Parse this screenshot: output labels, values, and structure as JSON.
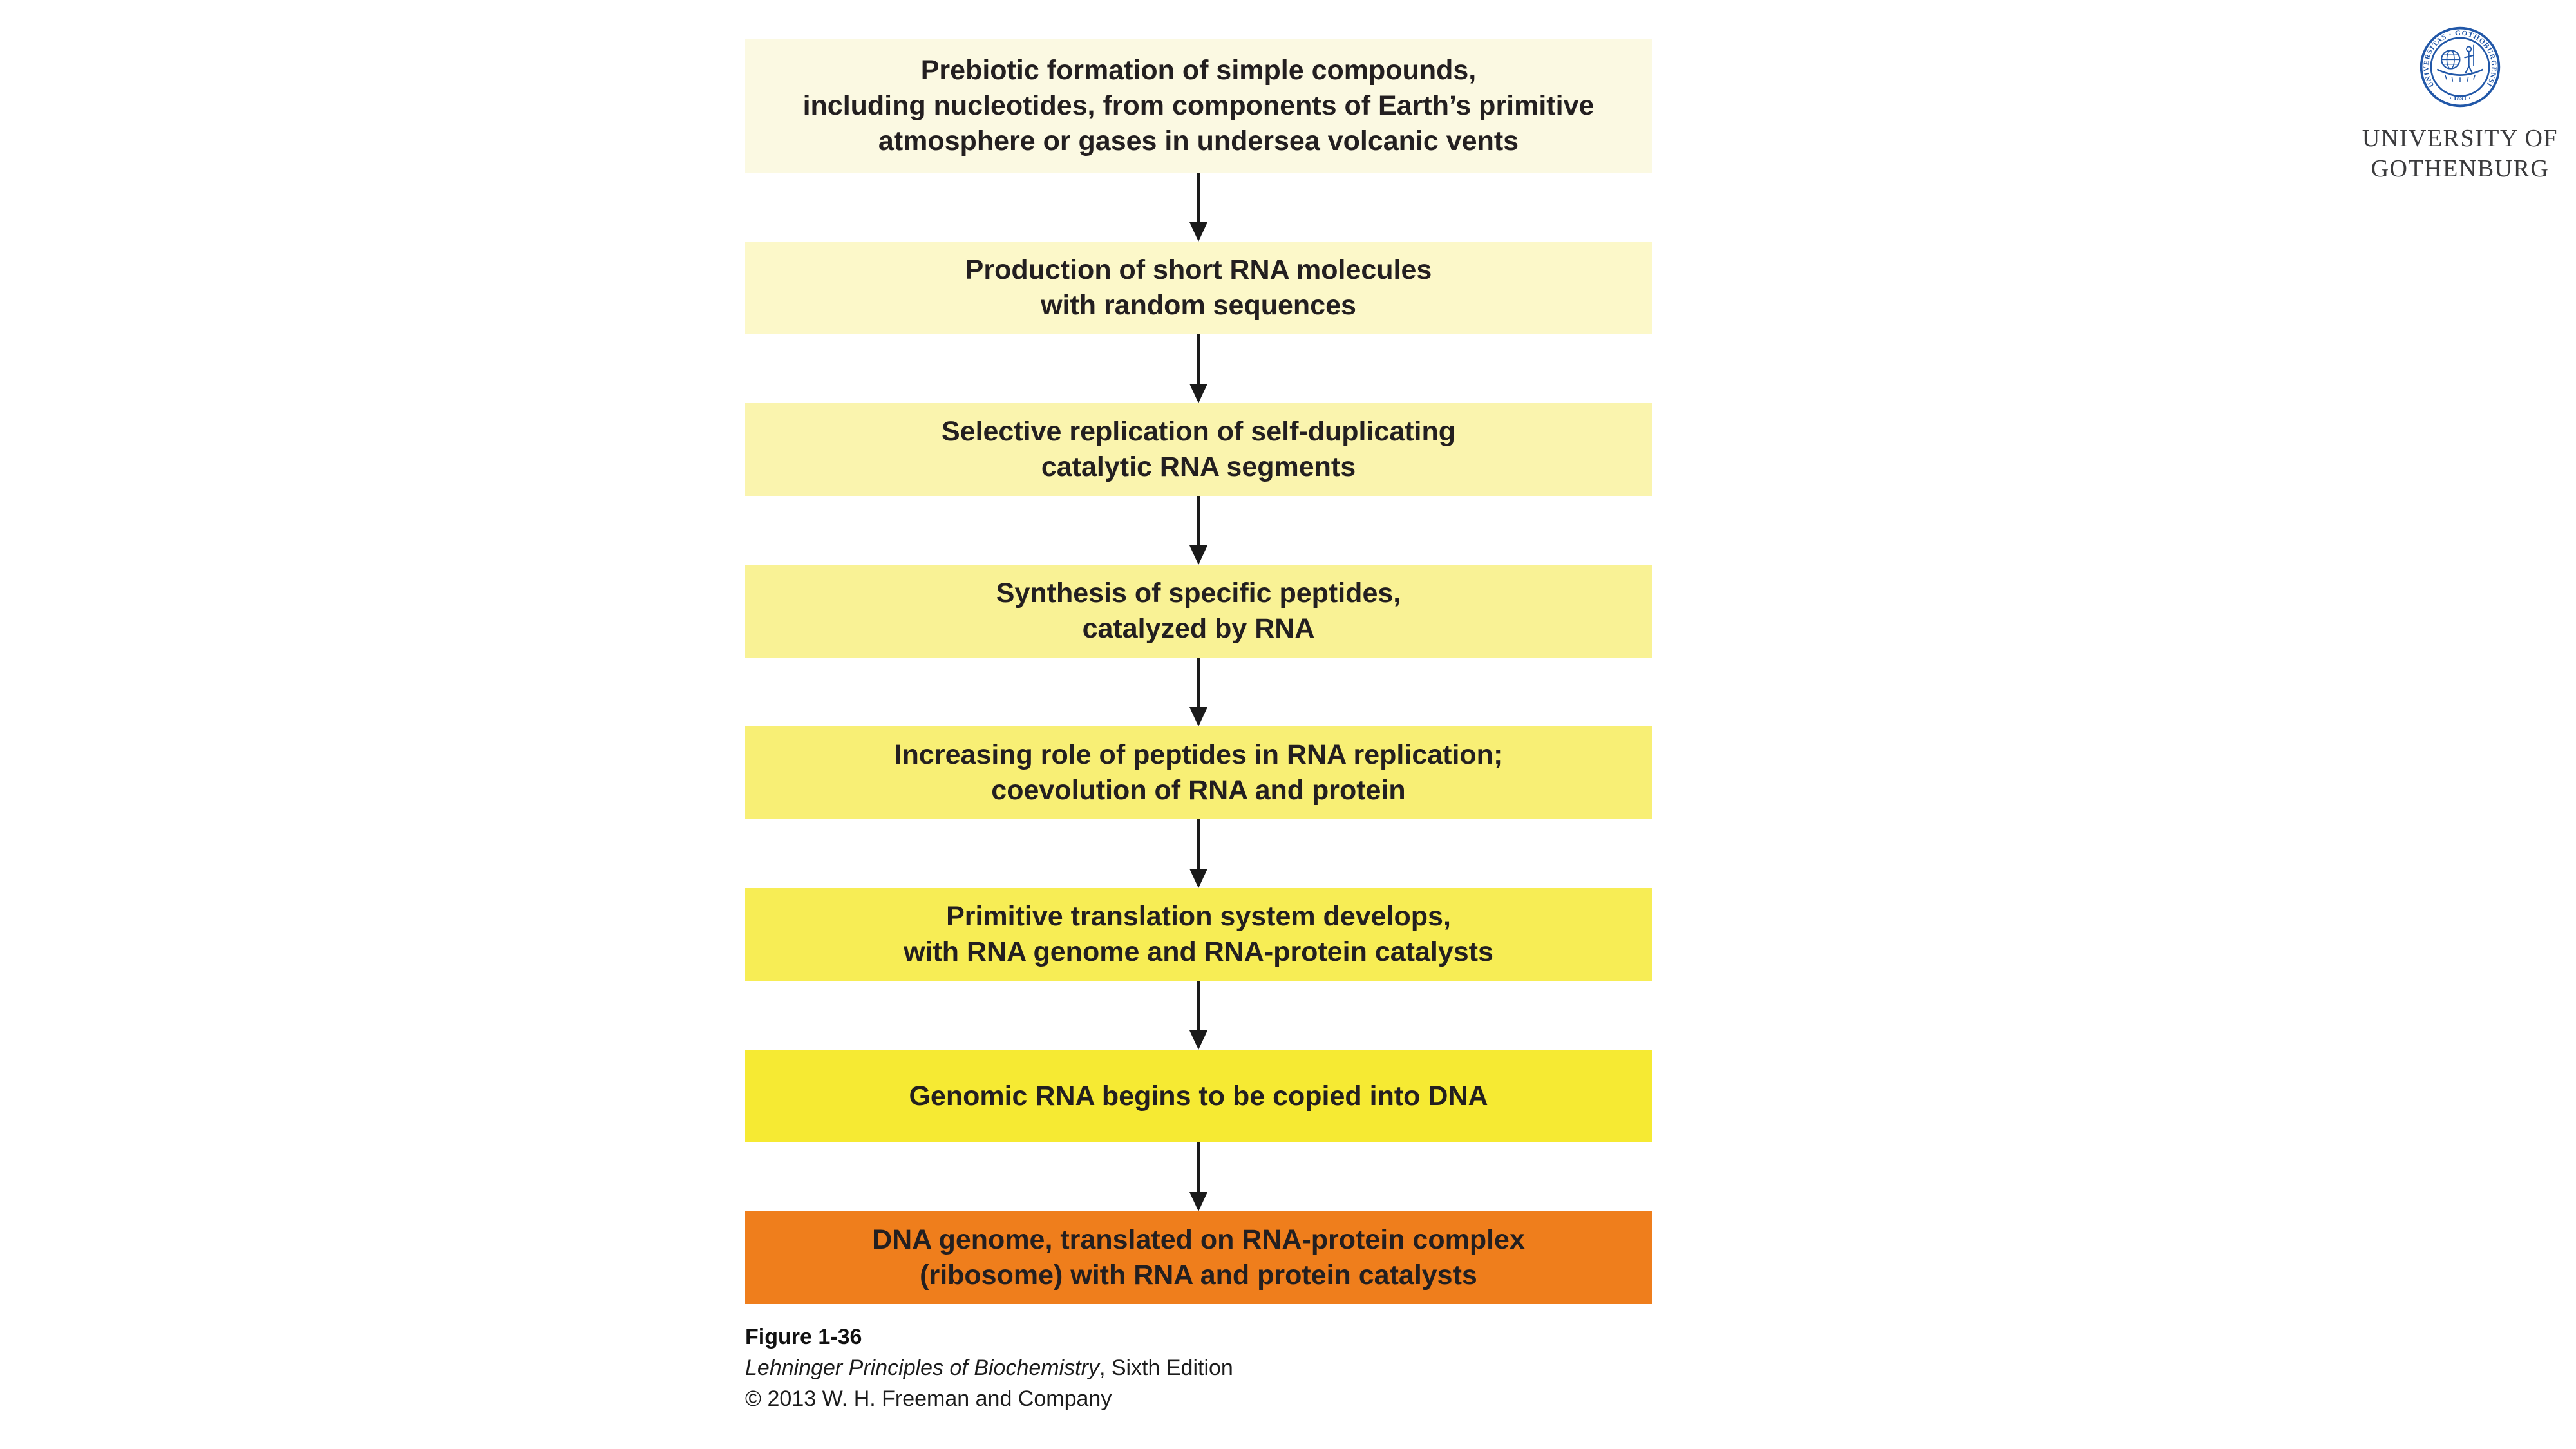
{
  "flowchart": {
    "text_color": "#231f20",
    "arrow_color": "#1a1a1a",
    "steps": [
      {
        "text": "Prebiotic formation of simple compounds,\nincluding nucleotides, from components of Earth’s primitive\natmosphere or gases in undersea volcanic vents",
        "bg": "#FBF9E2"
      },
      {
        "text": "Production of short RNA molecules\nwith random sequences",
        "bg": "#FCF8C9"
      },
      {
        "text": "Selective replication of self-duplicating\ncatalytic RNA segments",
        "bg": "#FAF4AE"
      },
      {
        "text": "Synthesis of specific peptides,\ncatalyzed by RNA",
        "bg": "#F9F295"
      },
      {
        "text": "Increasing role of peptides in RNA replication;\ncoevolution of RNA and protein",
        "bg": "#F8EF75"
      },
      {
        "text": "Primitive translation system develops,\nwith RNA genome and RNA-protein catalysts",
        "bg": "#F7ED55"
      },
      {
        "text": "Genomic RNA begins to be copied into DNA",
        "bg": "#F6EA33"
      },
      {
        "text": "DNA genome, translated on RNA-protein complex\n(ribosome) with RNA and protein catalysts",
        "bg": "#EF7E1C"
      }
    ]
  },
  "caption": {
    "figure": "Figure 1-36",
    "book_title_italic": "Lehninger Principles of Biochemistry",
    "book_title_rest": ", Sixth Edition",
    "copyright": "© 2013 W. H. Freeman and Company"
  },
  "logo": {
    "seal_rim_text": "UNIVERSITAS · GOTHOBURGENSIS",
    "seal_year": "· 1891 ·",
    "name_line1": "UNIVERSITY OF",
    "name_line2": "GOTHENBURG",
    "seal_color": "#2157A8",
    "name_color": "#3b3b3d"
  }
}
